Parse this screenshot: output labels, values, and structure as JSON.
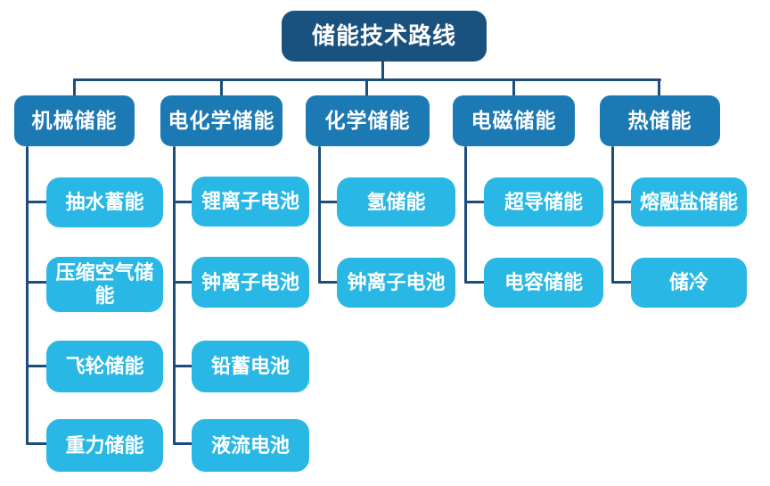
{
  "colors": {
    "root_bg": "#1a527f",
    "category_bg": "#1b79b4",
    "leaf_bg": "#29b8e5",
    "line_color": "#1c4e7d",
    "text_color": "#ffffff"
  },
  "diagram": {
    "title": "储能技术路线",
    "root": {
      "label": "储能技术路线"
    },
    "groups": [
      {
        "label": "机械储能",
        "children": [
          {
            "label": "抽水蓄能"
          },
          {
            "label": "压缩空气储能"
          },
          {
            "label": "飞轮储能"
          },
          {
            "label": "重力储能"
          }
        ]
      },
      {
        "label": "电化学储能",
        "children": [
          {
            "label": "锂离子电池"
          },
          {
            "label": "钟离子电池"
          },
          {
            "label": "铅蓄电池"
          },
          {
            "label": "液流电池"
          }
        ]
      },
      {
        "label": "化学储能",
        "children": [
          {
            "label": "氢储能"
          },
          {
            "label": "钟离子电池"
          }
        ]
      },
      {
        "label": "电磁储能",
        "children": [
          {
            "label": "超导储能"
          },
          {
            "label": "电容储能"
          }
        ]
      },
      {
        "label": "热储能",
        "children": [
          {
            "label": "熔融盐储能"
          },
          {
            "label": "储冷"
          }
        ]
      }
    ]
  }
}
